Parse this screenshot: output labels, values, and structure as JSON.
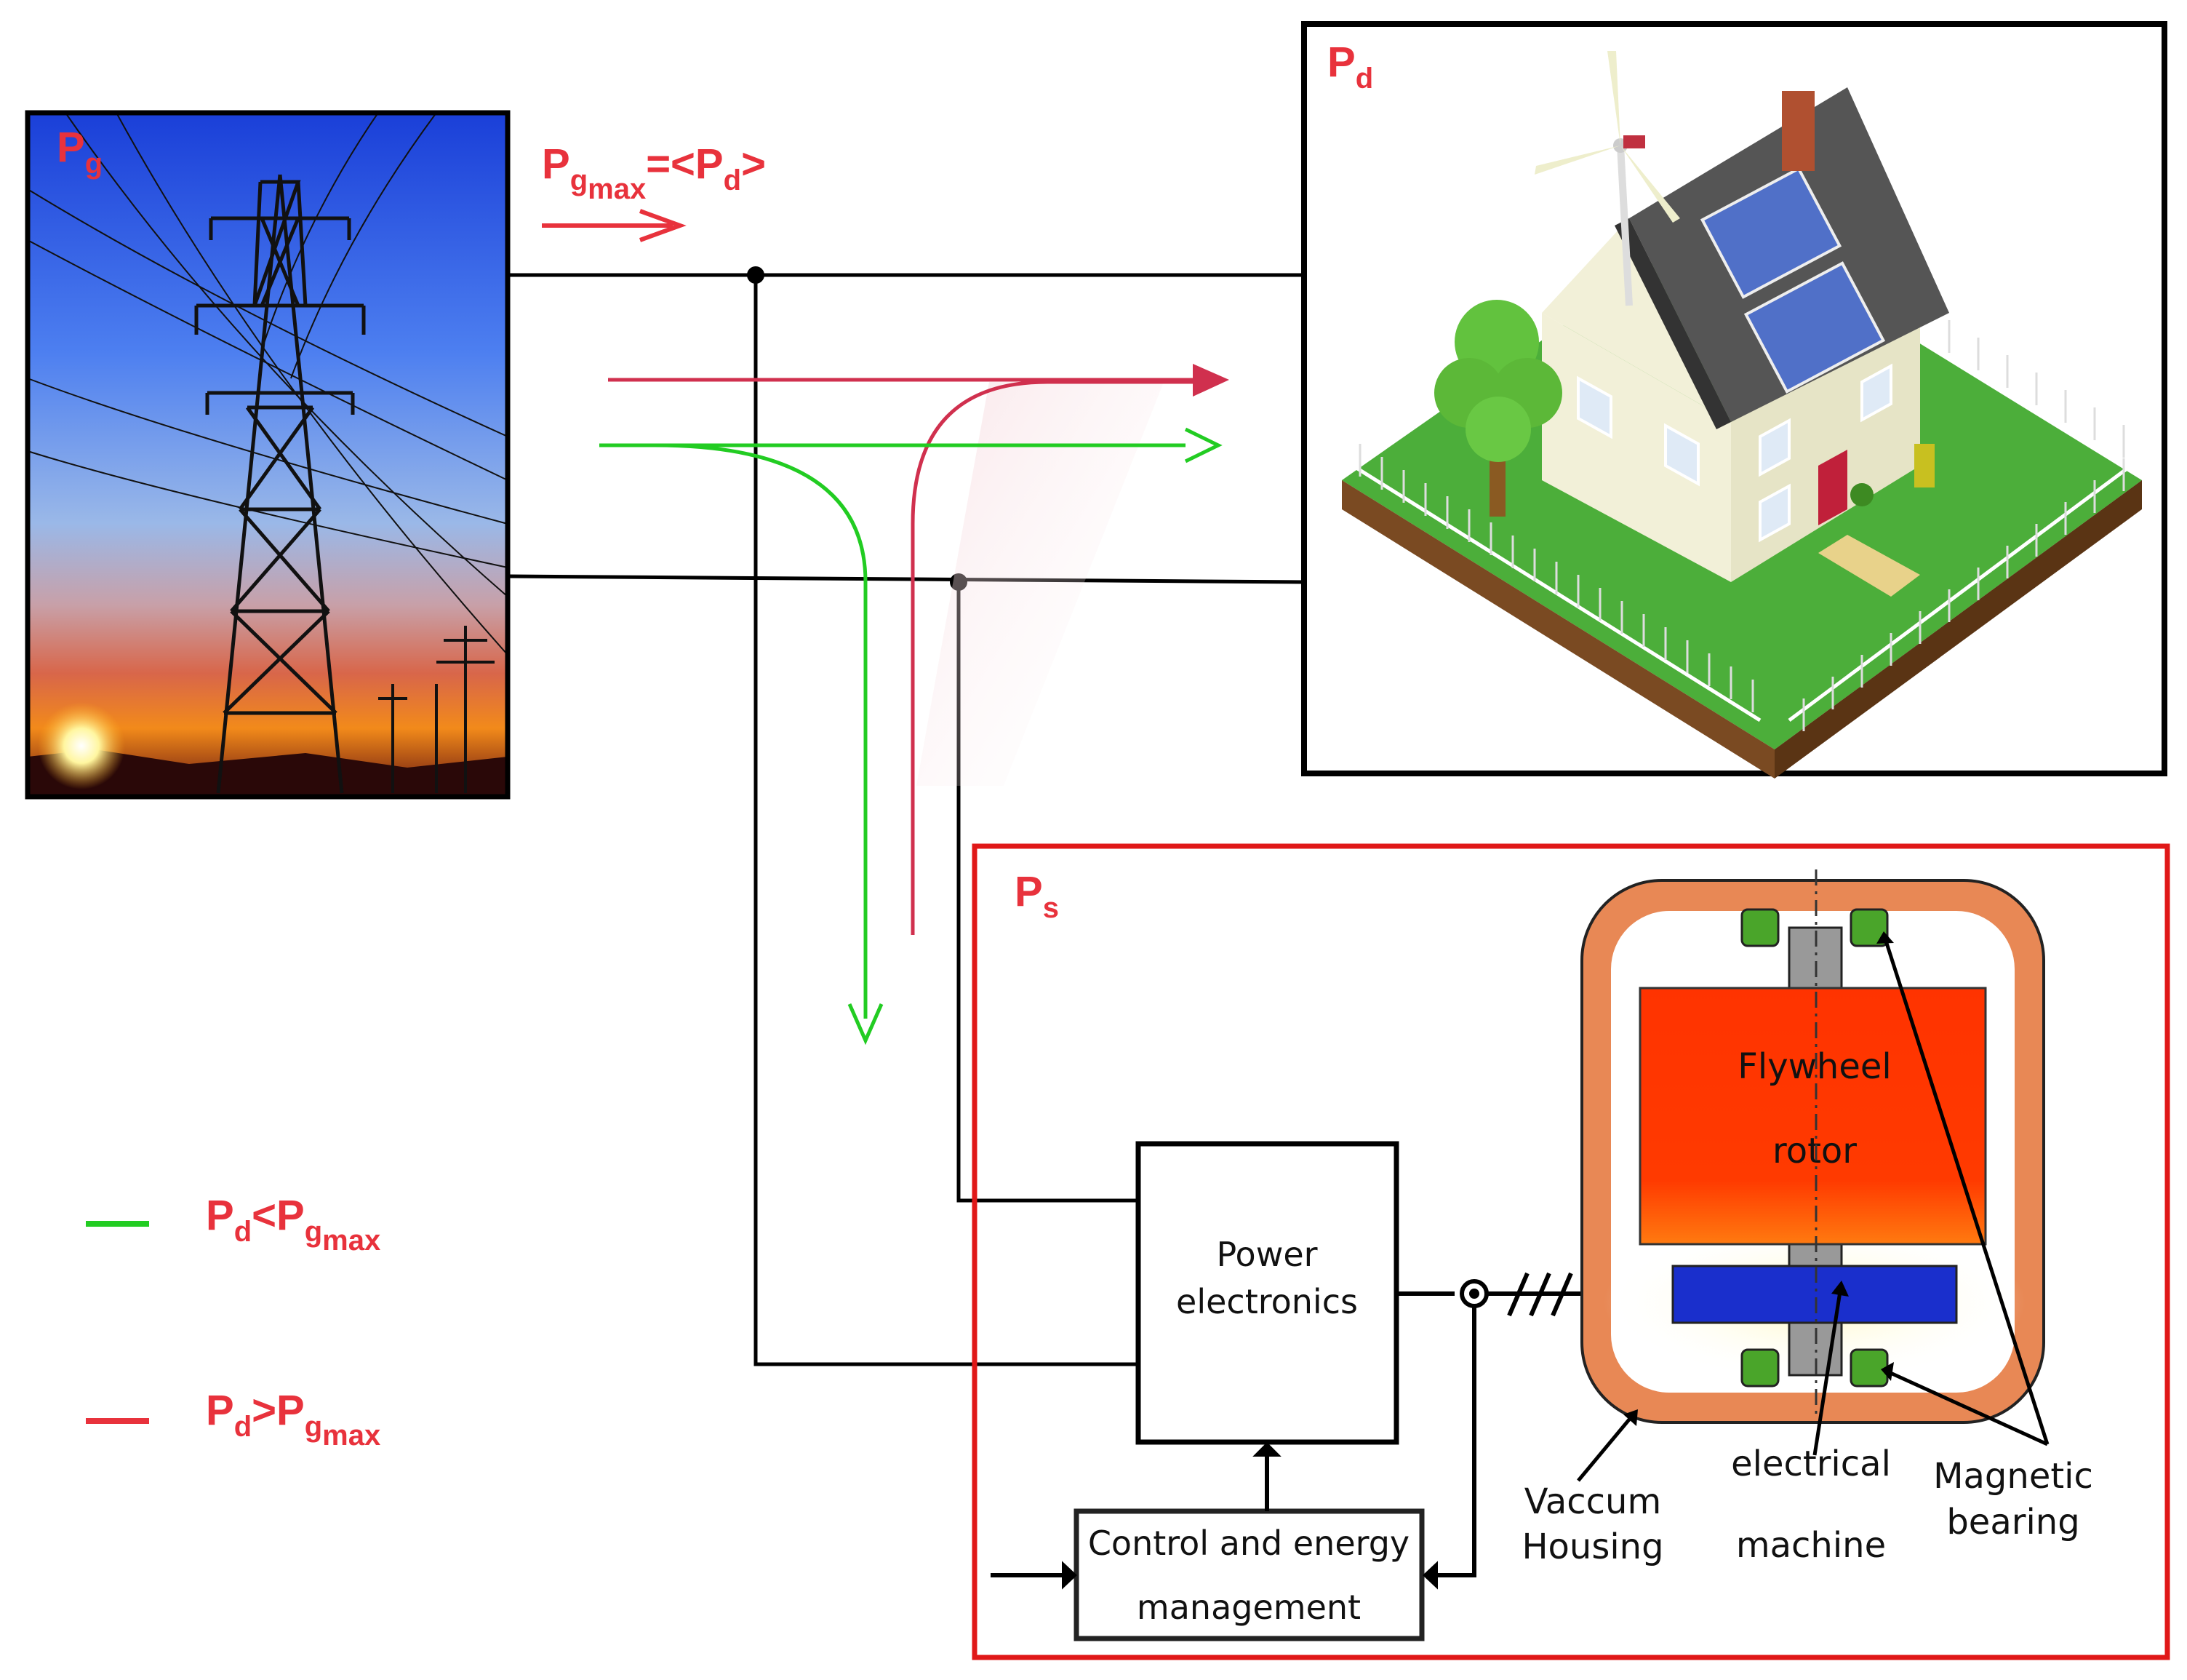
{
  "grid_panel": {
    "label_main": "P",
    "label_sub": "g"
  },
  "demand_panel": {
    "label_main": "P",
    "label_sub": "d"
  },
  "storage_panel": {
    "label_main": "P",
    "label_sub": "s"
  },
  "flow_label": {
    "p": "P",
    "g": "g",
    "max": "max",
    "eq": "=<P",
    "d": "d",
    "close": ">"
  },
  "legend": [
    {
      "color": "#22cc22",
      "p1": "P",
      "d": "d",
      "op": "<P",
      "g": "g",
      "max": "max"
    },
    {
      "color": "#e8323c",
      "p1": "P",
      "d": "d",
      "op": ">P",
      "g": "g",
      "max": "max"
    }
  ],
  "blocks": {
    "power_electronics": {
      "line1": "Power",
      "line2": "electronics"
    },
    "control": {
      "line1": "Control and energy",
      "line2": "management"
    },
    "flywheel": {
      "line1": "Flywheel",
      "line2": "rotor"
    }
  },
  "labels": {
    "vacuum_1": "Vaccum",
    "vacuum_2": "Housing",
    "machine_1": "electrical",
    "machine_2": "machine",
    "bearing_1": "Magnetic",
    "bearing_2": "bearing"
  },
  "colors": {
    "accent_red": "#e8323c",
    "flow_green": "#22cc22",
    "flow_crimson": "#d0304e",
    "housing": "#e88855",
    "rotor": "#ff3300",
    "machine": "#1a2fcc",
    "bearing": "#4aa52a",
    "shaft": "#888888"
  }
}
